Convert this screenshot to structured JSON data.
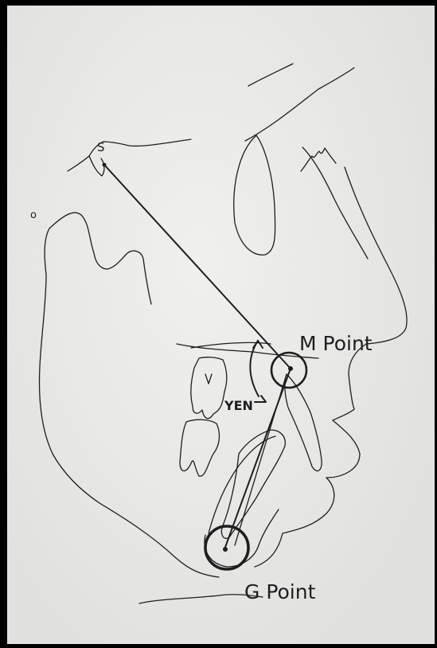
{
  "labels": {
    "s": "S",
    "o": "o",
    "m_point": "M Point",
    "g_point": "G Point",
    "yen": "YEN"
  },
  "colors": {
    "ink": "#1e1e1e",
    "paper": "#e8e8e6",
    "border": "#000000"
  }
}
